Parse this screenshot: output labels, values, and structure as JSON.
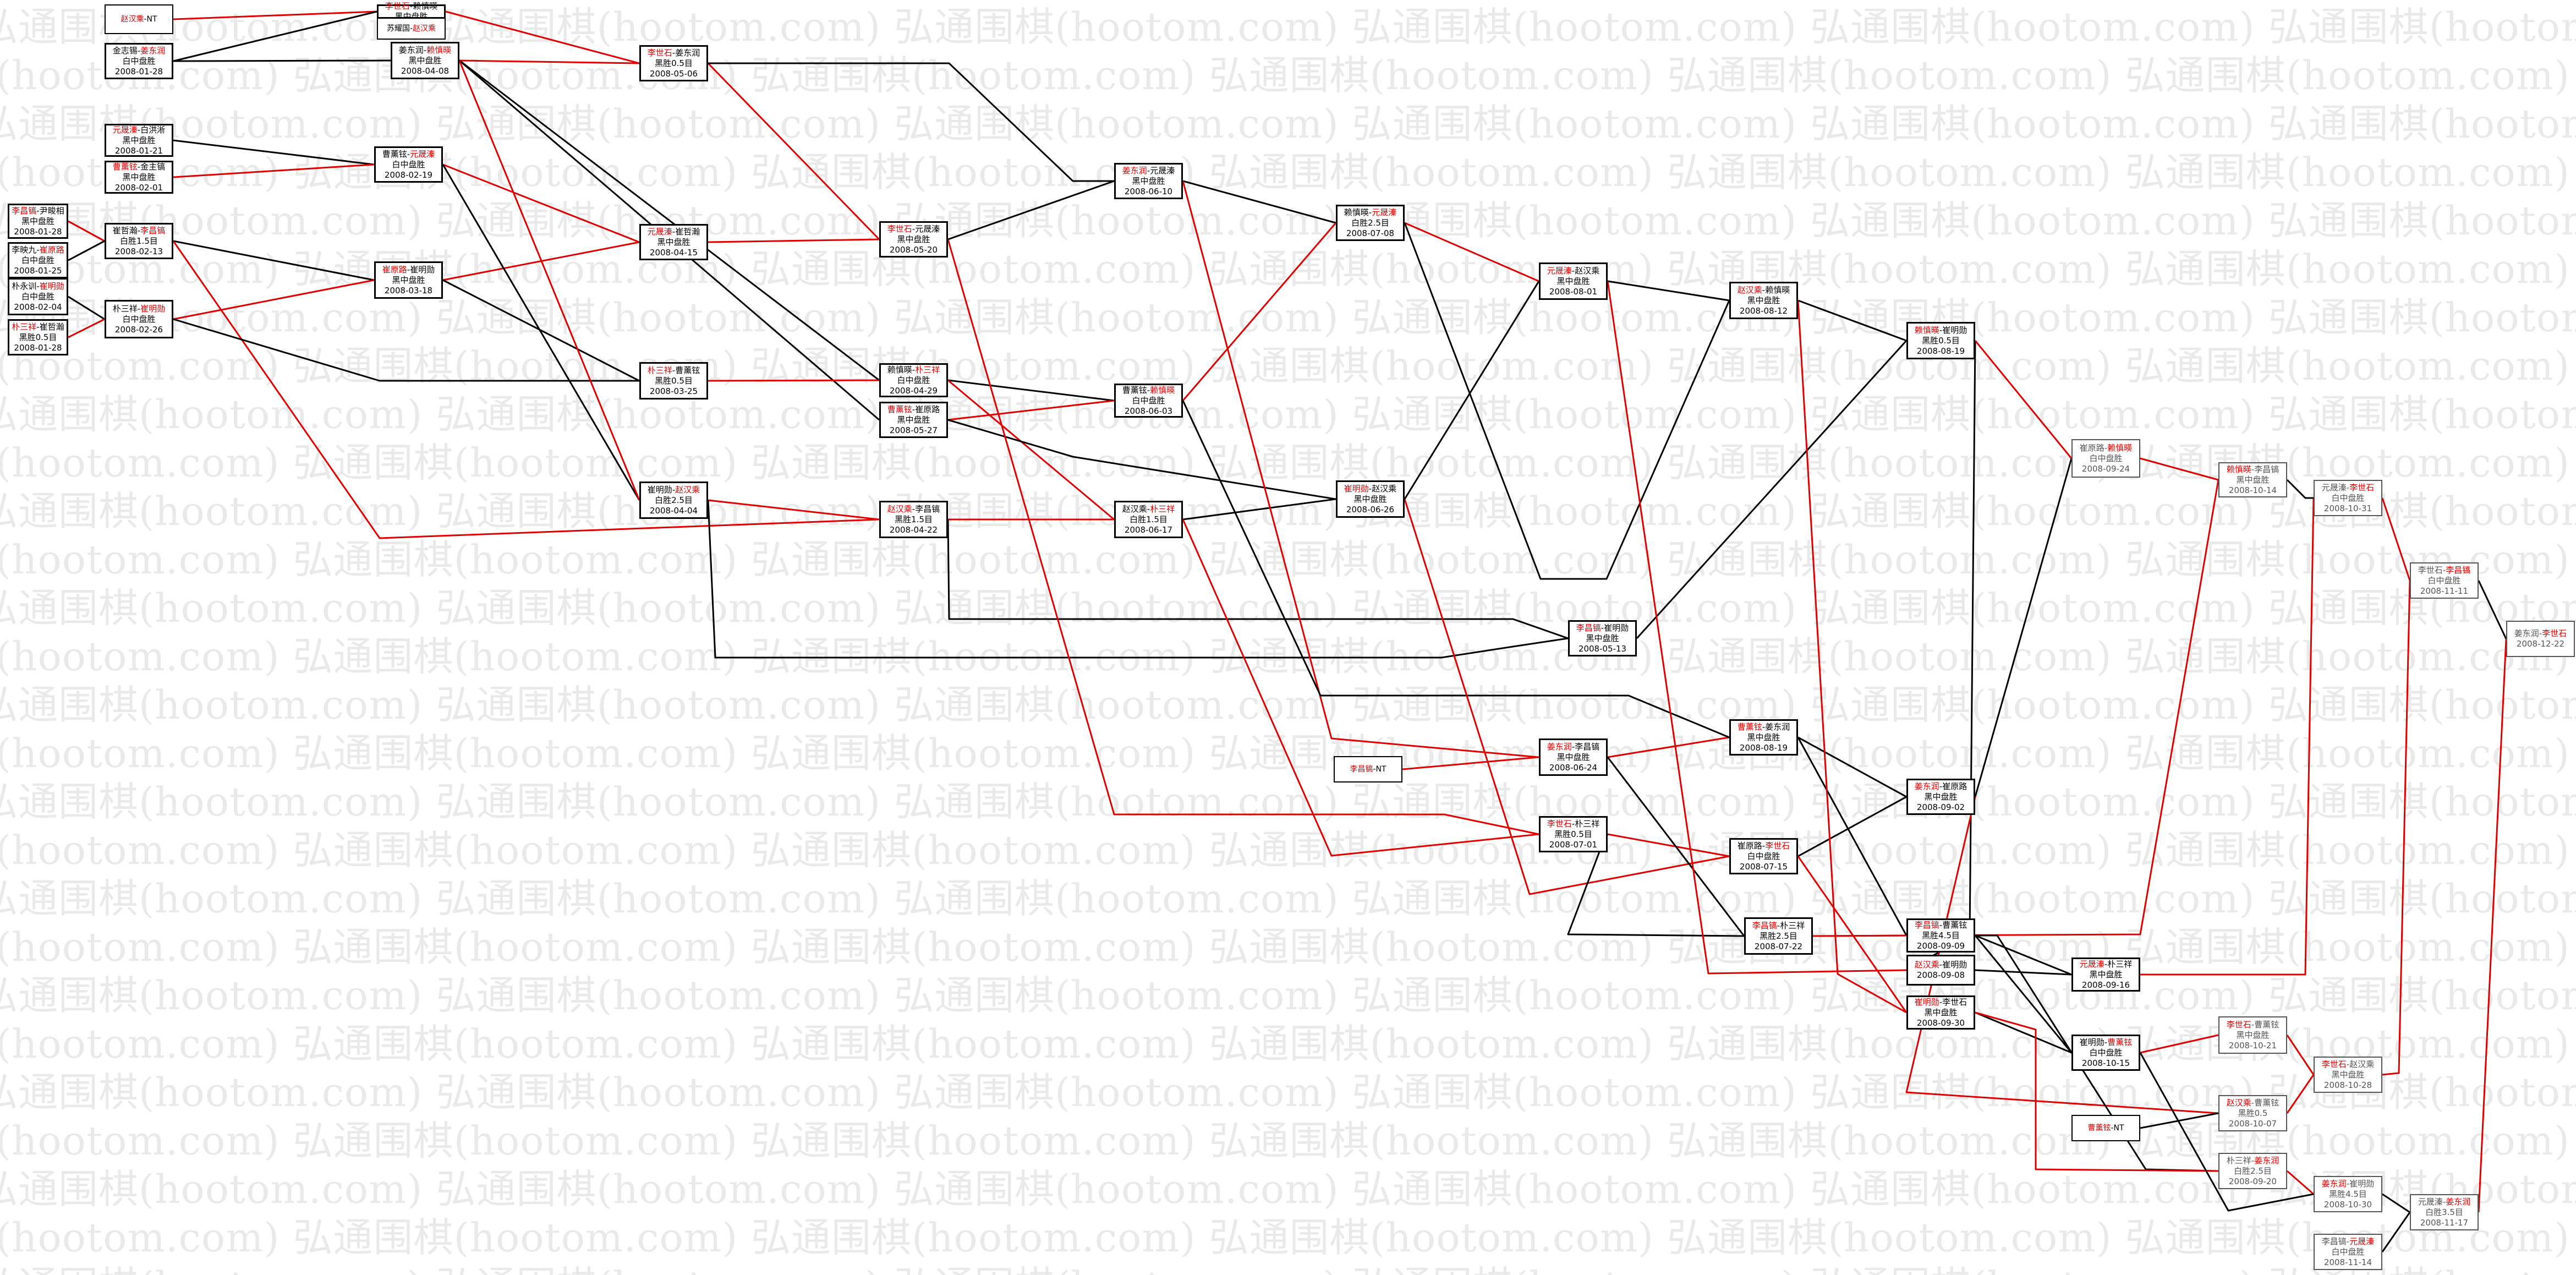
{
  "watermark": "弘通围棋(hootom.com)",
  "colors": {
    "winner": "#e00000",
    "loser": "#000000",
    "border": "#000000"
  },
  "nodes": [
    {
      "id": "n_a1",
      "p1": "赵汉乘",
      "p2": "NT",
      "w": 1,
      "l2": "",
      "l3": ""
    },
    {
      "id": "n_a2",
      "p1": "金志锡",
      "p2": "姜东润",
      "w": 2,
      "l2": "白中盘胜",
      "l3": "2008-01-28"
    },
    {
      "id": "n_a3",
      "p1": "元晟溱",
      "p2": "白洪淅",
      "w": 1,
      "l2": "黑中盘胜",
      "l3": "2008-01-21"
    },
    {
      "id": "n_a4",
      "p1": "曹薰铉",
      "p2": "金主镐",
      "w": 1,
      "l2": "黑中盘胜",
      "l3": "2008-02-01"
    },
    {
      "id": "n_a5",
      "p1": "崔哲瀚",
      "p2": "李昌镐",
      "w": 2,
      "l2": "白胜1.5目",
      "l3": "2008-02-13"
    },
    {
      "id": "n_a6",
      "p1": "朴三祥",
      "p2": "崔明勋",
      "w": 2,
      "l2": "白中盘胜",
      "l3": "2008-02-26"
    },
    {
      "id": "n_b1",
      "p1": "李昌镐",
      "p2": "尹畯相",
      "w": 1,
      "l2": "黑中盘胜",
      "l3": "2008-01-28"
    },
    {
      "id": "n_b2",
      "p1": "李映九",
      "p2": "崔原路",
      "w": 2,
      "l2": "白中盘胜",
      "l3": "2008-01-25"
    },
    {
      "id": "n_b3",
      "p1": "朴永训",
      "p2": "崔明勋",
      "w": 2,
      "l2": "白中盘胜",
      "l3": "2008-02-04"
    },
    {
      "id": "n_b4",
      "p1": "朴三祥",
      "p2": "崔哲瀚",
      "w": 1,
      "l2": "黑胜0.5目",
      "l3": "2008-01-28"
    },
    {
      "id": "n_c1",
      "p1": "李世石",
      "p2": "赖慎暎",
      "w": 1,
      "l2": "黑中盘胜",
      "l3": ""
    },
    {
      "id": "n_c2",
      "p1": "苏耀国",
      "p2": "赵汉乘",
      "w": 2,
      "l2": "",
      "l3": ""
    },
    {
      "id": "n_c3",
      "p1": "姜东润",
      "p2": "赖慎暎",
      "w": 2,
      "l2": "黑中盘胜",
      "l3": "2008-04-08"
    },
    {
      "id": "n_c4",
      "p1": "曹薰铉",
      "p2": "元晟溱",
      "w": 2,
      "l2": "白中盘胜",
      "l3": "2008-02-19"
    },
    {
      "id": "n_c5",
      "p1": "崔原路",
      "p2": "崔明勋",
      "w": 1,
      "l2": "黑中盘胜",
      "l3": "2008-03-18"
    },
    {
      "id": "n_d1",
      "p1": "李世石",
      "p2": "姜东润",
      "w": 1,
      "l2": "黑胜0.5目",
      "l3": "2008-05-06"
    },
    {
      "id": "n_d2",
      "p1": "元晟溱",
      "p2": "崔哲瀚",
      "w": 1,
      "l2": "黑中盘胜",
      "l3": "2008-04-15"
    },
    {
      "id": "n_d3",
      "p1": "朴三祥",
      "p2": "曹薰铉",
      "w": 1,
      "l2": "黑胜0.5目",
      "l3": "2008-03-25"
    },
    {
      "id": "n_d4",
      "p1": "崔明勋",
      "p2": "赵汉乘",
      "w": 2,
      "l2": "白胜2.5目",
      "l3": "2008-04-04"
    },
    {
      "id": "n_e1",
      "p1": "李世石",
      "p2": "元晟溱",
      "w": 1,
      "l2": "黑中盘胜",
      "l3": "2008-05-20"
    },
    {
      "id": "n_e2",
      "p1": "赖慎暎",
      "p2": "朴三祥",
      "w": 2,
      "l2": "白中盘胜",
      "l3": "2008-04-29"
    },
    {
      "id": "n_e3",
      "p1": "曹薰铉",
      "p2": "崔原路",
      "w": 1,
      "l2": "黑中盘胜",
      "l3": "2008-05-27"
    },
    {
      "id": "n_e4",
      "p1": "赵汉乘",
      "p2": "李昌镐",
      "w": 1,
      "l2": "黑胜1.5目",
      "l3": "2008-04-22"
    },
    {
      "id": "n_f1",
      "p1": "姜东润",
      "p2": "元晟溱",
      "w": 1,
      "l2": "黑中盘胜",
      "l3": "2008-06-10"
    },
    {
      "id": "n_f2",
      "p1": "曹薰铉",
      "p2": "赖慎暎",
      "w": 2,
      "l2": "白中盘胜",
      "l3": "2008-06-03"
    },
    {
      "id": "n_f3",
      "p1": "赵汉乘",
      "p2": "朴三祥",
      "w": 2,
      "l2": "白胜1.5目",
      "l3": "2008-06-17"
    },
    {
      "id": "n_f4",
      "p1": "李昌镐",
      "p2": "NT",
      "w": 1,
      "l2": "",
      "l3": ""
    },
    {
      "id": "n_g1",
      "p1": "赖慎暎",
      "p2": "元晟溱",
      "w": 2,
      "l2": "白胜2.5目",
      "l3": "2008-07-08"
    },
    {
      "id": "n_g2",
      "p1": "崔明勋",
      "p2": "赵汉乘",
      "w": 1,
      "l2": "黑中盘胜",
      "l3": "2008-06-26"
    },
    {
      "id": "n_h1",
      "p1": "元晟溱",
      "p2": "赵汉乘",
      "w": 1,
      "l2": "黑中盘胜",
      "l3": "2008-08-01"
    },
    {
      "id": "n_h2",
      "p1": "李昌镐",
      "p2": "崔明勋",
      "w": 1,
      "l2": "黑中盘胜",
      "l3": "2008-05-13"
    },
    {
      "id": "n_h3",
      "p1": "姜东润",
      "p2": "李昌镐",
      "w": 1,
      "l2": "黑中盘胜",
      "l3": "2008-06-24"
    },
    {
      "id": "n_h4",
      "p1": "李世石",
      "p2": "朴三祥",
      "w": 1,
      "l2": "黑胜0.5目",
      "l3": "2008-07-01"
    },
    {
      "id": "n_i1",
      "p1": "赵汉乘",
      "p2": "赖慎暎",
      "w": 1,
      "l2": "黑中盘胜",
      "l3": "2008-08-12"
    },
    {
      "id": "n_i2",
      "p1": "曹薰铉",
      "p2": "姜东润",
      "w": 1,
      "l2": "黑中盘胜",
      "l3": "2008-08-19"
    },
    {
      "id": "n_i3",
      "p1": "崔原路",
      "p2": "李世石",
      "w": 2,
      "l2": "白中盘胜",
      "l3": "2008-07-15"
    },
    {
      "id": "n_i4",
      "p1": "李昌镐",
      "p2": "朴三祥",
      "w": 1,
      "l2": "黑胜2.5目",
      "l3": "2008-07-22"
    },
    {
      "id": "n_j1",
      "p1": "赖慎暎",
      "p2": "崔明勋",
      "w": 1,
      "l2": "黑胜0.5目",
      "l3": "2008-08-19"
    },
    {
      "id": "n_j2",
      "p1": "姜东润",
      "p2": "崔原路",
      "w": 1,
      "l2": "黑中盘胜",
      "l3": "2008-09-02"
    },
    {
      "id": "n_j3",
      "p1": "李昌镐",
      "p2": "曹薰铉",
      "w": 1,
      "l2": "黑胜4.5目",
      "l3": "2008-09-09"
    },
    {
      "id": "n_j4",
      "p1": "赵汉乘",
      "p2": "崔明勋",
      "w": 1,
      "l2": "",
      "l3": "2008-09-08"
    },
    {
      "id": "n_j5",
      "p1": "崔明勋",
      "p2": "李世石",
      "w": 1,
      "l2": "黑中盘胜",
      "l3": "2008-09-30"
    },
    {
      "id": "n_k1",
      "p1": "崔原路",
      "p2": "赖慎暎",
      "w": 2,
      "l2": "白中盘胜",
      "l3": "2008-09-24",
      "pending": true
    },
    {
      "id": "n_k2",
      "p1": "元晟溱",
      "p2": "朴三祥",
      "w": 1,
      "l2": "黑中盘胜",
      "l3": "2008-09-16"
    },
    {
      "id": "n_k3",
      "p1": "崔明勋",
      "p2": "曹薰铉",
      "w": 2,
      "l2": "白中盘胜",
      "l3": "2008-10-15"
    },
    {
      "id": "n_k4",
      "p1": "曹薰铉",
      "p2": "NT",
      "w": 1,
      "l2": "",
      "l3": ""
    },
    {
      "id": "n_l1",
      "p1": "赖慎暎",
      "p2": "李昌镐",
      "w": 1,
      "l2": "黑中盘胜",
      "l3": "2008-10-14",
      "pending": true
    },
    {
      "id": "n_l2",
      "p1": "李世石",
      "p2": "曹薰铉",
      "w": 1,
      "l2": "黑中盘胜",
      "l3": "2008-10-21",
      "pending": true
    },
    {
      "id": "n_l3",
      "p1": "赵汉乘",
      "p2": "曹薰铉",
      "w": 1,
      "l2": "黑胜0.5",
      "l3": "2008-10-07",
      "pending": true
    },
    {
      "id": "n_l4",
      "p1": "朴三祥",
      "p2": "姜东润",
      "w": 2,
      "l2": "白胜2.5目",
      "l3": "2008-09-20",
      "pending": true
    },
    {
      "id": "n_m1",
      "p1": "元晟溱",
      "p2": "李世石",
      "w": 2,
      "l2": "白中盘胜",
      "l3": "2008-10-31",
      "pending": true
    },
    {
      "id": "n_m2",
      "p1": "李世石",
      "p2": "赵汉乘",
      "w": 1,
      "l2": "黑中盘胜",
      "l3": "2008-10-28",
      "pending": true
    },
    {
      "id": "n_m3",
      "p1": "姜东润",
      "p2": "崔明勋",
      "w": 1,
      "l2": "黑胜4.5目",
      "l3": "2008-10-30",
      "pending": true
    },
    {
      "id": "n_m4",
      "p1": "李昌镐",
      "p2": "元晟溱",
      "w": 2,
      "l2": "白中盘胜",
      "l3": "2008-11-14",
      "pending": true
    },
    {
      "id": "n_n1",
      "p1": "李世石",
      "p2": "李昌镐",
      "w": 2,
      "l2": "白中盘胜",
      "l3": "2008-11-11",
      "pending": true
    },
    {
      "id": "n_n2",
      "p1": "元晟溱",
      "p2": "姜东润",
      "w": 2,
      "l2": "白胜3.5目",
      "l3": "2008-11-17",
      "pending": true
    },
    {
      "id": "n_o1",
      "p1": "姜东润",
      "p2": "李世石",
      "w": 2,
      "l2": "",
      "l3": "2008-12-22",
      "pending": true
    }
  ]
}
